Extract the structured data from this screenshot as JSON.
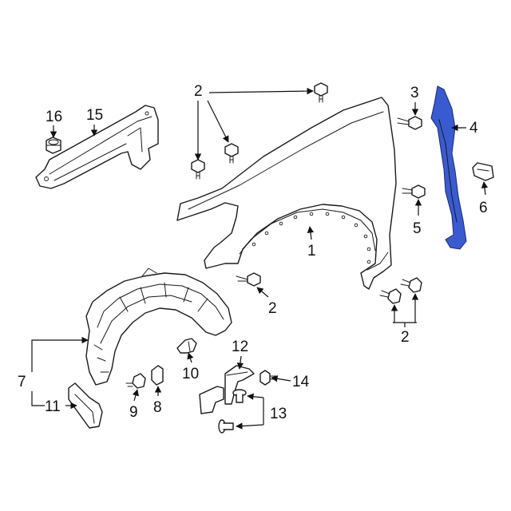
{
  "callouts": {
    "c1": "1",
    "c2a": "2",
    "c2b": "2",
    "c2c": "2",
    "c3": "3",
    "c4": "4",
    "c5": "5",
    "c6": "6",
    "c7": "7",
    "c8": "8",
    "c9": "9",
    "c10": "10",
    "c11": "11",
    "c12": "12",
    "c13": "13",
    "c14": "14",
    "c15": "15",
    "c16": "16"
  },
  "colors": {
    "highlight": "#3a5bd0",
    "ink": "#1a1a1a",
    "background": "#ffffff"
  }
}
